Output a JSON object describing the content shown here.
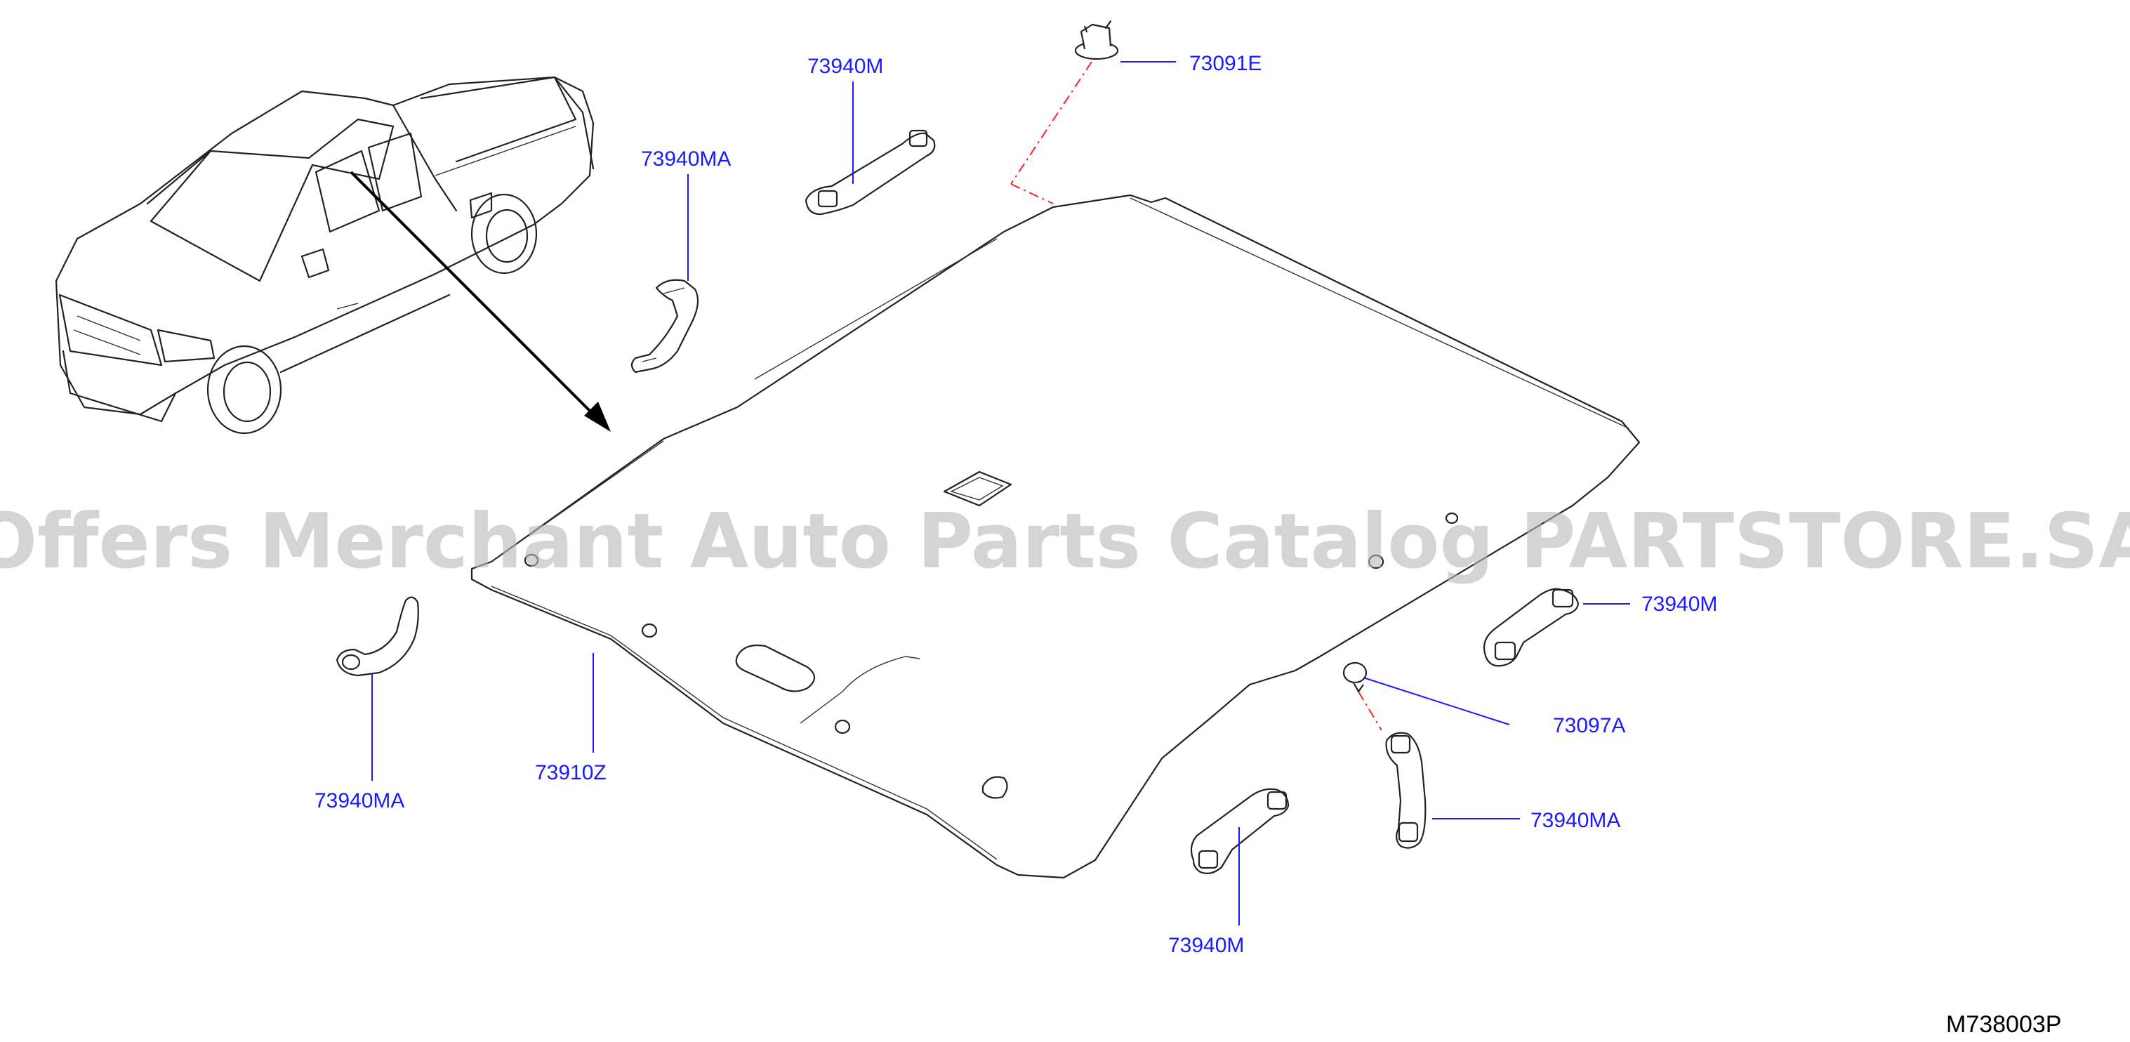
{
  "diagram_code": "M738003P",
  "watermark": "Offers Merchant Auto Parts Catalog PARTSTORE.SA",
  "colors": {
    "label": "#1a1aff",
    "leader": "#1a1aff",
    "dash_line": "#ff2020",
    "outline": "#222222"
  },
  "labels": {
    "clip_top": "73091E",
    "grip_top_center": "73940M",
    "grip_top_left": "73940MA",
    "grip_right_upper": "73940M",
    "clip_right": "73097A",
    "grip_right_lower": "73940MA",
    "grip_bottom_center": "73940M",
    "headliner": "73910Z",
    "grip_bottom_left": "73940MA"
  }
}
